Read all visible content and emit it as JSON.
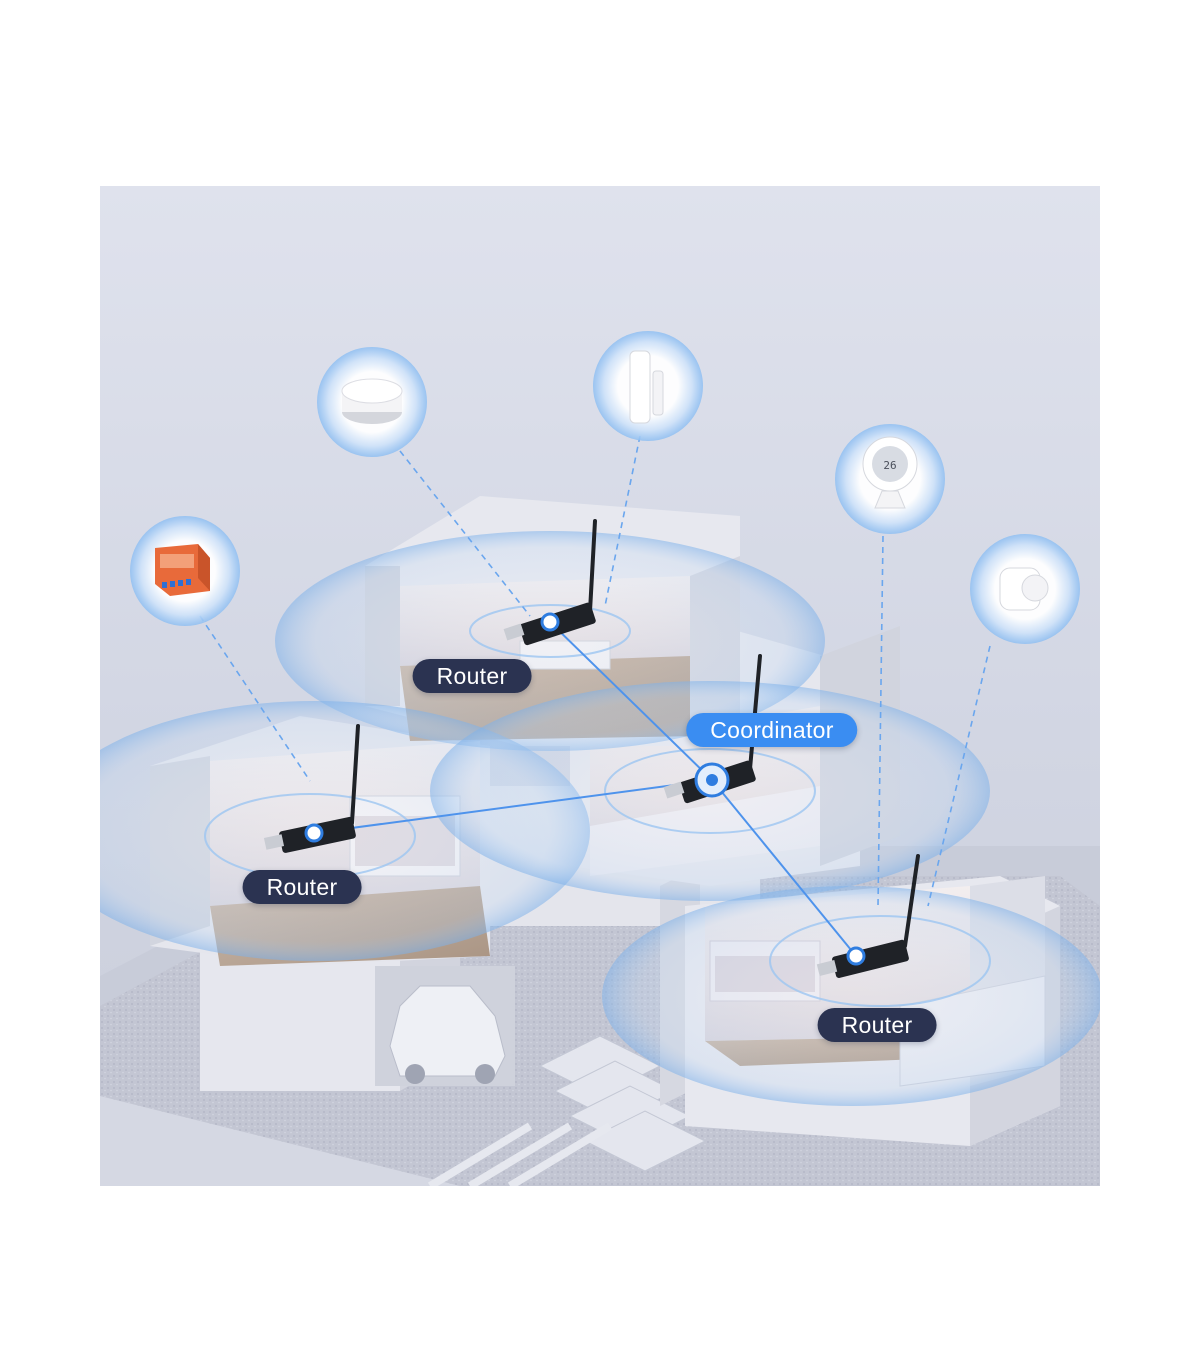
{
  "diagram": {
    "labels": {
      "router_top": "Router",
      "coordinator": "Coordinator",
      "router_left": "Router",
      "router_right": "Router"
    },
    "devices": [
      {
        "name": "smart-hub",
        "icon": "hub-puck-icon"
      },
      {
        "name": "door-sensor",
        "icon": "door-sensor-icon"
      },
      {
        "name": "relay-switch",
        "icon": "relay-module-icon"
      },
      {
        "name": "thermometer",
        "icon": "temperature-humidity-sensor-icon"
      },
      {
        "name": "motion-sensor",
        "icon": "motion-sensor-icon"
      }
    ],
    "colors": {
      "background": "#d7dbe8",
      "router_label": "#2b3351",
      "coordinator_label": "#3a8df2",
      "link_line": "#5b9ff0",
      "device_halo": "#bcd9f7"
    }
  }
}
